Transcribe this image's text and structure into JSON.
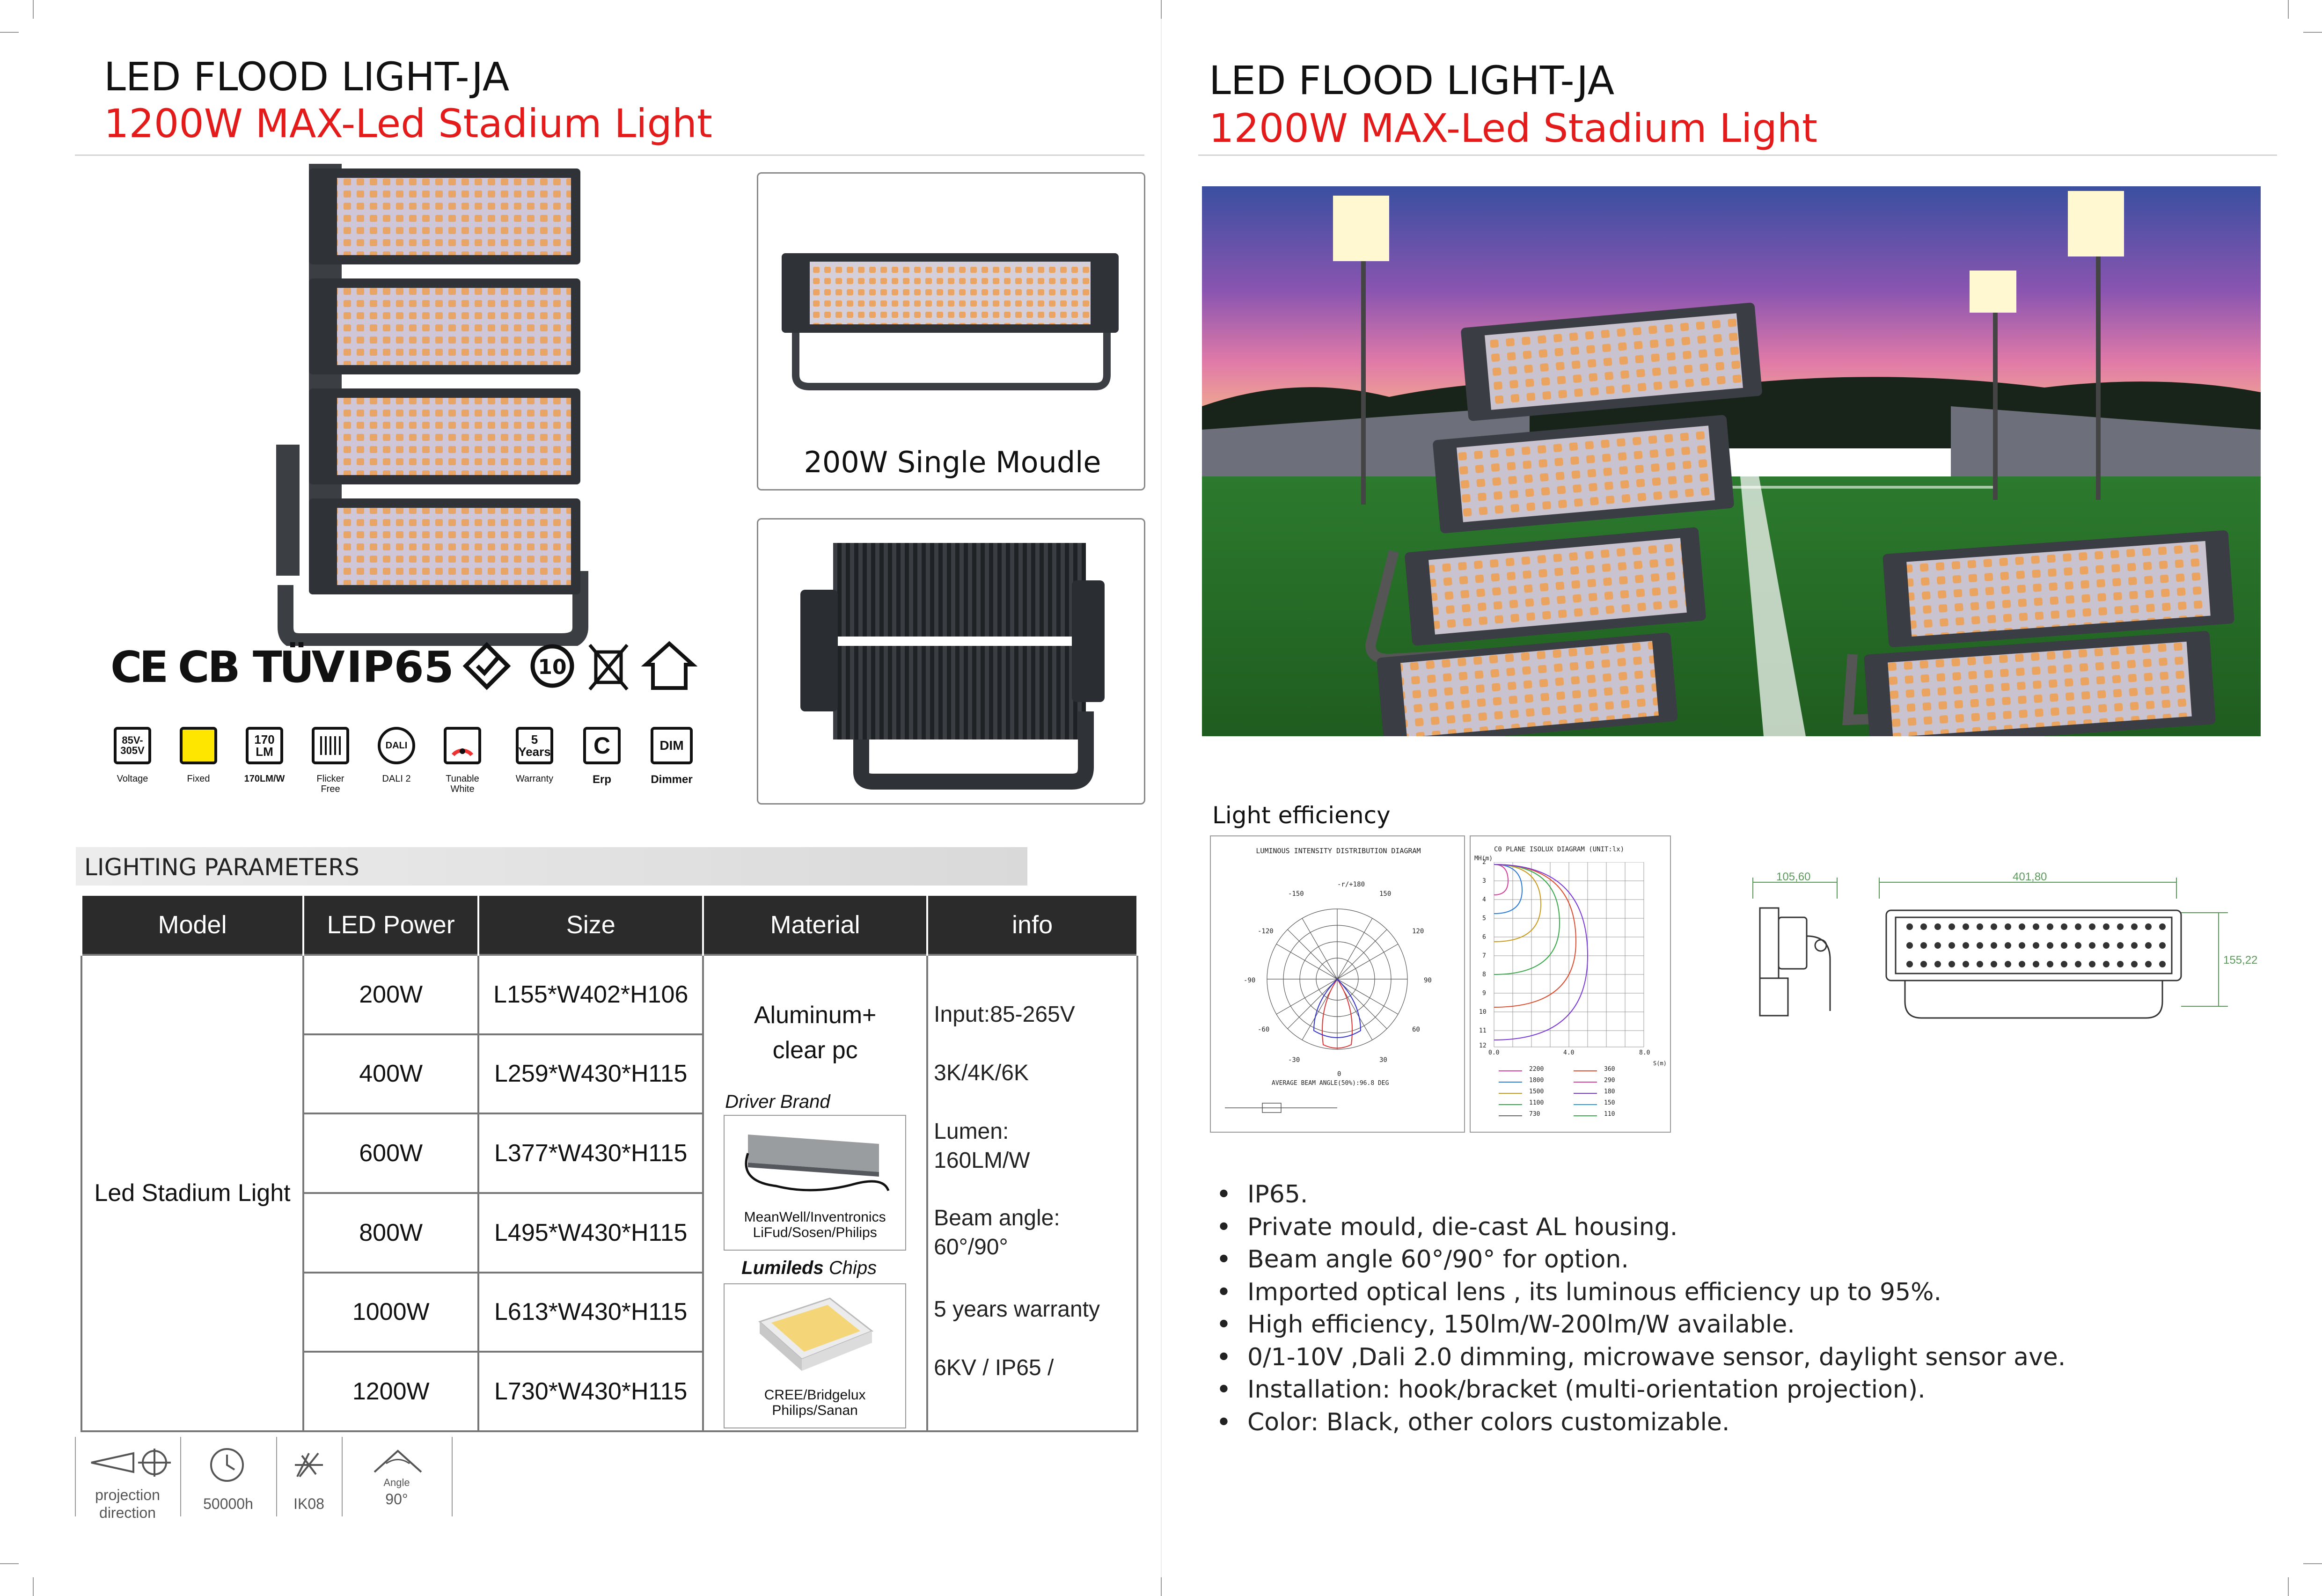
{
  "left": {
    "title": "LED FLOOD LIGHT-JA",
    "subtitle": "1200W MAX-Led Stadium Light",
    "single_module_caption": "200W Single Moudle",
    "certifications": [
      "CE",
      "CB",
      "TÜV",
      "IP65",
      "SAA",
      "10",
      "WEEE",
      "RoHS"
    ],
    "feature_icons": [
      {
        "icon": "85V-\n305V",
        "label": "Voltage"
      },
      {
        "icon": "",
        "label": "Fixed"
      },
      {
        "icon": "170\nLM",
        "label": "170LM/W"
      },
      {
        "icon": "",
        "label": "Flicker\nFree"
      },
      {
        "icon": "DALI",
        "label": "DALI 2"
      },
      {
        "icon": "",
        "label": "Tunable\nWhite"
      },
      {
        "icon": "5\nYears",
        "label": "Warranty"
      },
      {
        "icon": "C",
        "label": "Erp"
      },
      {
        "icon": "DIM",
        "label": "Dimmer"
      }
    ],
    "params_heading": "LIGHTING PARAMETERS",
    "table": {
      "headers": [
        "Model",
        "LED Power",
        "Size",
        "Material",
        "info"
      ],
      "model": "Led Stadium Light",
      "rows": [
        {
          "power": "200W",
          "size": "L155*W402*H106"
        },
        {
          "power": "400W",
          "size": "L259*W430*H115"
        },
        {
          "power": "600W",
          "size": "L377*W430*H115"
        },
        {
          "power": "800W",
          "size": "L495*W430*H115"
        },
        {
          "power": "1000W",
          "size": "L613*W430*H115"
        },
        {
          "power": "1200W",
          "size": "L730*W430*H115"
        }
      ],
      "material": "Aluminum+\nclear pc",
      "driver_heading": "Driver Brand",
      "driver_brands": "MeanWell/Inventronics\nLiFud/Sosen/Philips",
      "chips_brand": "Lumileds",
      "chips_word": " Chips",
      "chip_brands": "CREE/Bridgelux\nPhilips/Sanan",
      "info": [
        "Input:85-265V",
        "3K/4K/6K",
        "Lumen:\n160LM/W",
        "Beam angle:\n60°/90°",
        "5 years warranty",
        "6KV / IP65 /"
      ]
    },
    "bottom_icons": [
      {
        "label": "projection\ndirection"
      },
      {
        "label": "50000h"
      },
      {
        "label": "IK08"
      },
      {
        "label": "90°",
        "sub": "Angle"
      }
    ]
  },
  "right": {
    "title": "LED FLOOD LIGHT-JA",
    "subtitle": "1200W MAX-Led Stadium Light",
    "efficiency_heading": "Light efficiency",
    "polar_title": "LUMINOUS INTENSITY DISTRIBUTION DIAGRAM",
    "polar_angles": [
      "-r/+180",
      "150",
      "-150",
      "120",
      "-120",
      "90",
      "-90",
      "60",
      "-60",
      "30",
      "-30",
      "0"
    ],
    "polar_footer": "AVERAGE BEAM ANGLE(50%):96.8 DEG",
    "isolux_title": "C0 PLANE ISOLUX DIAGRAM (UNIT:lx)",
    "isolux_axis": "MH(m)",
    "isolux_y_ticks": [
      "2",
      "3",
      "4",
      "5",
      "6",
      "7",
      "8",
      "9",
      "10",
      "11",
      "12"
    ],
    "isolux_x_ticks": [
      "0.0",
      "4.0",
      "8.0"
    ],
    "isolux_x_unit": "S(m)",
    "isolux_legend": [
      "2200",
      "1800",
      "1500",
      "1100",
      "730",
      "360",
      "290",
      "180",
      "150",
      "110"
    ],
    "dim_width": "401,80",
    "dim_depth": "105,60",
    "dim_height": "155,22",
    "features": [
      "IP65.",
      "Private mould, die-cast AL housing.",
      "Beam angle 60°/90° for option.",
      "Imported optical lens , its luminous efficiency up to 95%.",
      "High efficiency, 150lm/W-200lm/W available.",
      "0/1-10V ,Dali 2.0 dimming, microwave sensor, daylight sensor ave.",
      "Installation: hook/bracket (multi-orientation projection).",
      "Color: Black, other colors customizable."
    ]
  },
  "colors": {
    "accent_red": "#e31b1b",
    "table_header": "#2b2b2b",
    "heading_bar": "#e0e0e0"
  }
}
